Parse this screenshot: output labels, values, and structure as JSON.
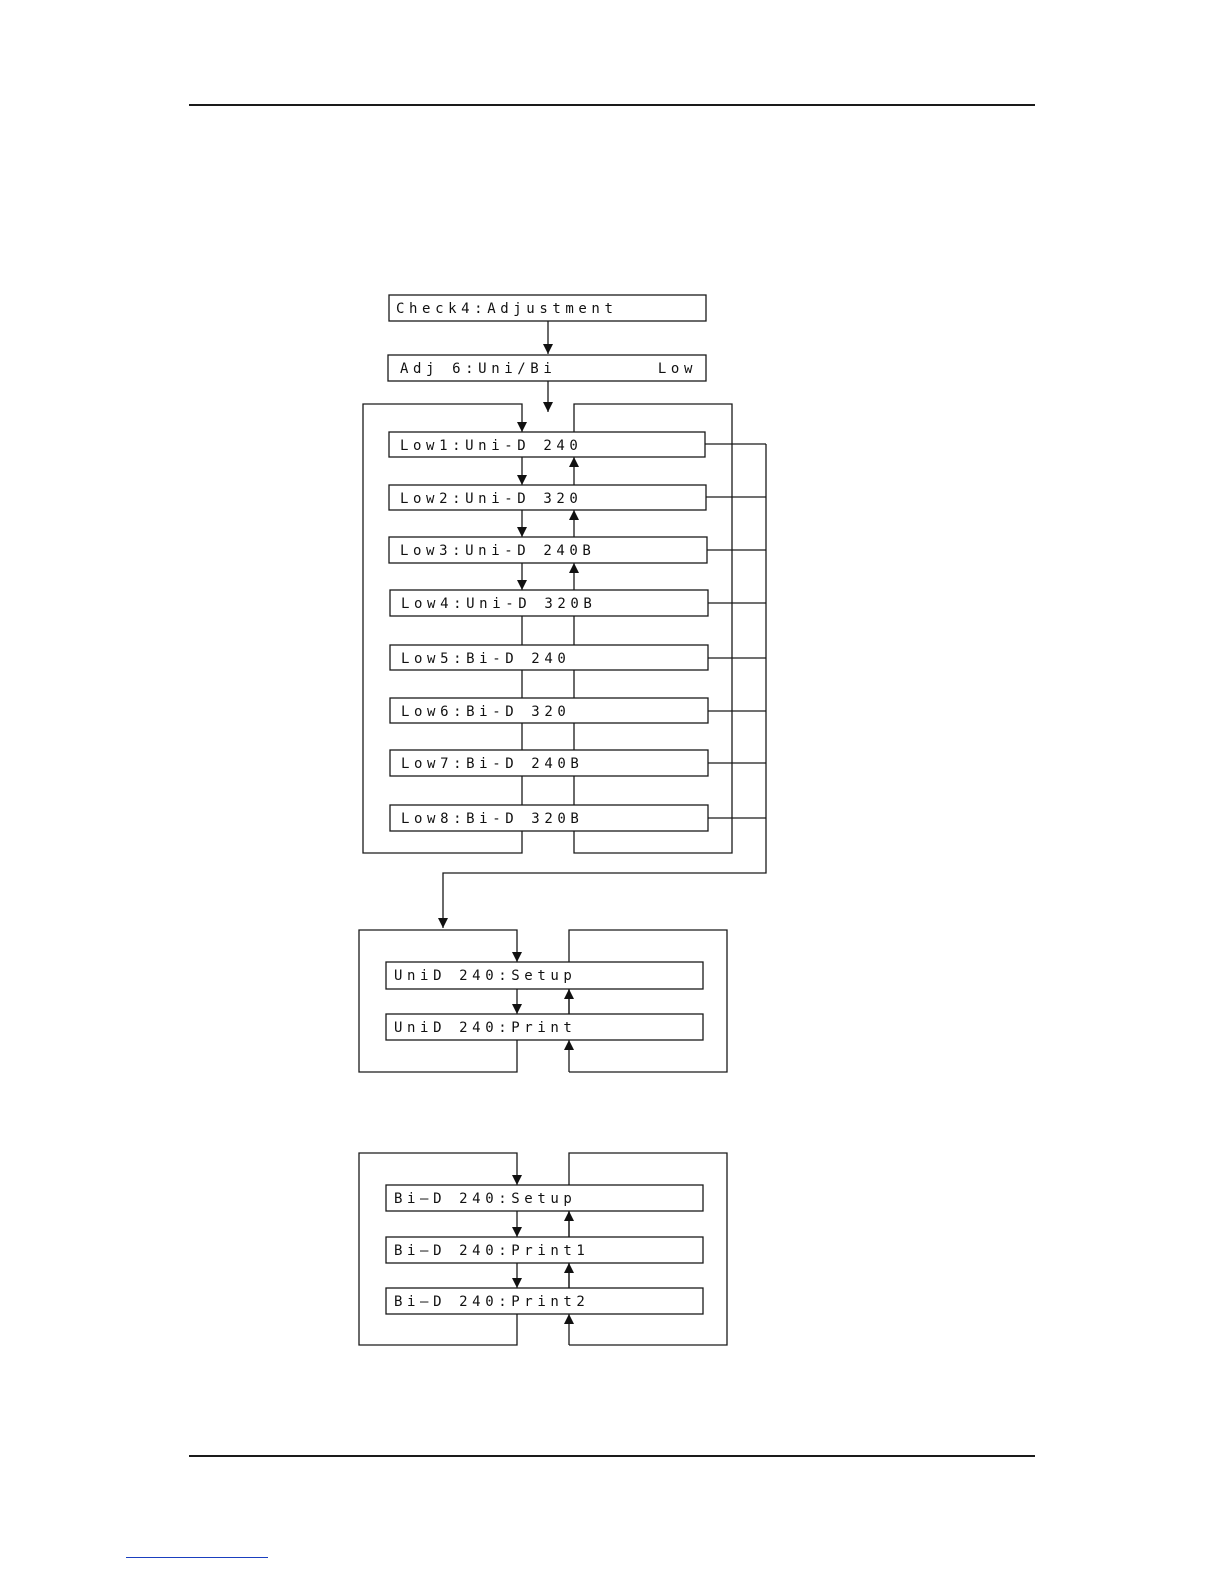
{
  "diagram": {
    "top": {
      "check": "Check4:Adjustment",
      "adj_left": "Adj 6:Uni/Bi",
      "adj_right": "Low"
    },
    "low_menu": [
      "Low1:Uni-D 240",
      "Low2:Uni-D 320",
      "Low3:Uni-D 240B",
      "Low4:Uni-D 320B",
      "Low5:Bi-D 240",
      "Low6:Bi-D 320",
      "Low7:Bi-D 240B",
      "Low8:Bi-D 320B"
    ],
    "unid_group": [
      "UniD 240:Setup",
      "UniD 240:Print"
    ],
    "bid_group": [
      "Bi—D 240:Setup",
      "Bi—D 240:Print1",
      "Bi—D 240:Print2"
    ]
  }
}
